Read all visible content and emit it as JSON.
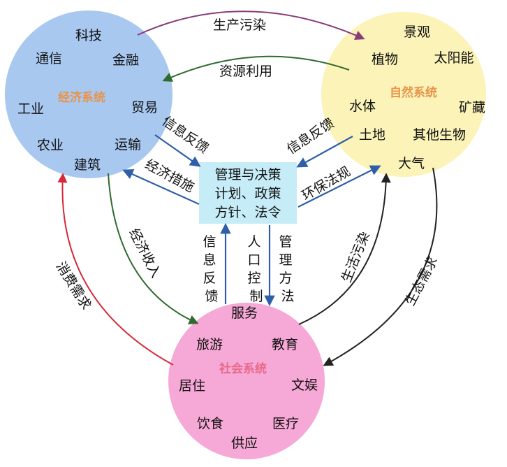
{
  "colors": {
    "economic_fill": "#a8c8f0",
    "natural_fill": "#fbf3b8",
    "social_fill": "#f6a8d6",
    "center_fill": "#c6ecf8",
    "economic_title": "#e8944a",
    "natural_title": "#e8944a",
    "social_title": "#e86a8a",
    "purple": "#8a3b78",
    "darkgreen": "#2f6b2f",
    "black": "#222222",
    "red": "#d42a3a",
    "blue": "#2f5fa8"
  },
  "economic": {
    "title": "经济系统",
    "items": [
      "科技",
      "通信",
      "金融",
      "工业",
      "贸易",
      "农业",
      "运输",
      "建筑"
    ]
  },
  "natural": {
    "title": "自然系统",
    "items": [
      "景观",
      "植物",
      "太阳能",
      "水体",
      "矿藏",
      "土地",
      "其他生物",
      "大气"
    ]
  },
  "social": {
    "title": "社会系统",
    "items": [
      "服务",
      "旅游",
      "教育",
      "居住",
      "文娱",
      "饮食",
      "医疗",
      "供应"
    ]
  },
  "center": {
    "lines": [
      "管理与决策",
      "计划、政策",
      "方针、法令"
    ]
  },
  "flows": {
    "production_pollution": "生产污染",
    "resource_use": "资源利用",
    "info_feedback_left": "信息反馈",
    "economic_measures": "经济措施",
    "info_feedback_right": "信息反馈",
    "environmental_laws": "环保法规",
    "economic_income": "经济收入",
    "info_feedback_bottom": "信息反馈",
    "population_control": "人口控制",
    "management_methods": "管理方法",
    "living_pollution": "生活污染",
    "consumption_demand": "消费需求",
    "ecological_demand": "生态需求"
  }
}
